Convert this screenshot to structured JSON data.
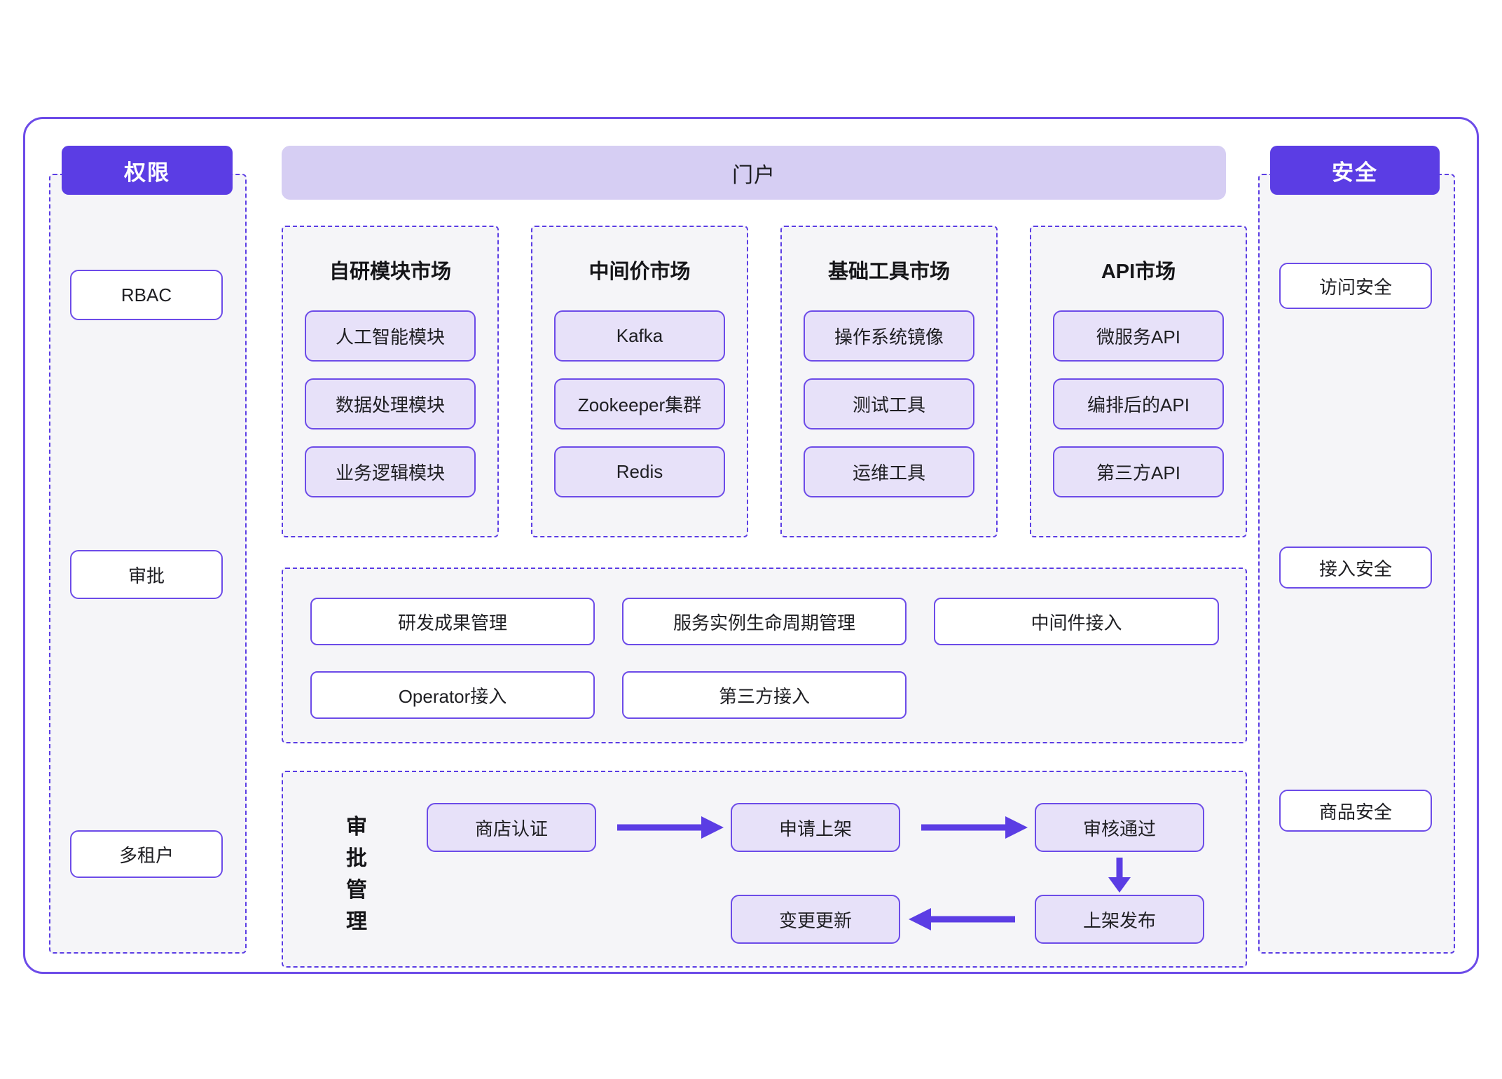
{
  "left_panel": {
    "header": "权限",
    "items": [
      "RBAC",
      "审批",
      "多租户"
    ]
  },
  "right_panel": {
    "header": "安全",
    "items": [
      "访问安全",
      "接入安全",
      "商品安全"
    ]
  },
  "portal": {
    "title": "门户"
  },
  "markets": [
    {
      "title": "自研模块市场",
      "items": [
        "人工智能模块",
        "数据处理模块",
        "业务逻辑模块"
      ]
    },
    {
      "title": "中间价市场",
      "items": [
        "Kafka",
        "Zookeeper集群",
        "Redis"
      ]
    },
    {
      "title": "基础工具市场",
      "items": [
        "操作系统镜像",
        "测试工具",
        "运维工具"
      ]
    },
    {
      "title": "API市场",
      "items": [
        "微服务API",
        "编排后的API",
        "第三方API"
      ]
    }
  ],
  "management": {
    "items_row1": [
      "研发成果管理",
      "服务实例生命周期管理",
      "中间件接入"
    ],
    "items_row2": [
      "Operator接入",
      "第三方接入"
    ]
  },
  "approval": {
    "label": "审批管理",
    "label_chars": [
      "审",
      "批",
      "管",
      "理"
    ],
    "steps": [
      "商店认证",
      "申请上架",
      "审核通过",
      "上架发布",
      "变更更新"
    ]
  },
  "colors": {
    "accent": "#5b3de4",
    "solid_border": "#6c4be8",
    "dashed_border": "#5b3de4",
    "banner_bg": "#d6cef3",
    "box_fill": "#e7e1f9",
    "panel_bg": "#f5f5f8",
    "text": "#1c1c1e"
  }
}
